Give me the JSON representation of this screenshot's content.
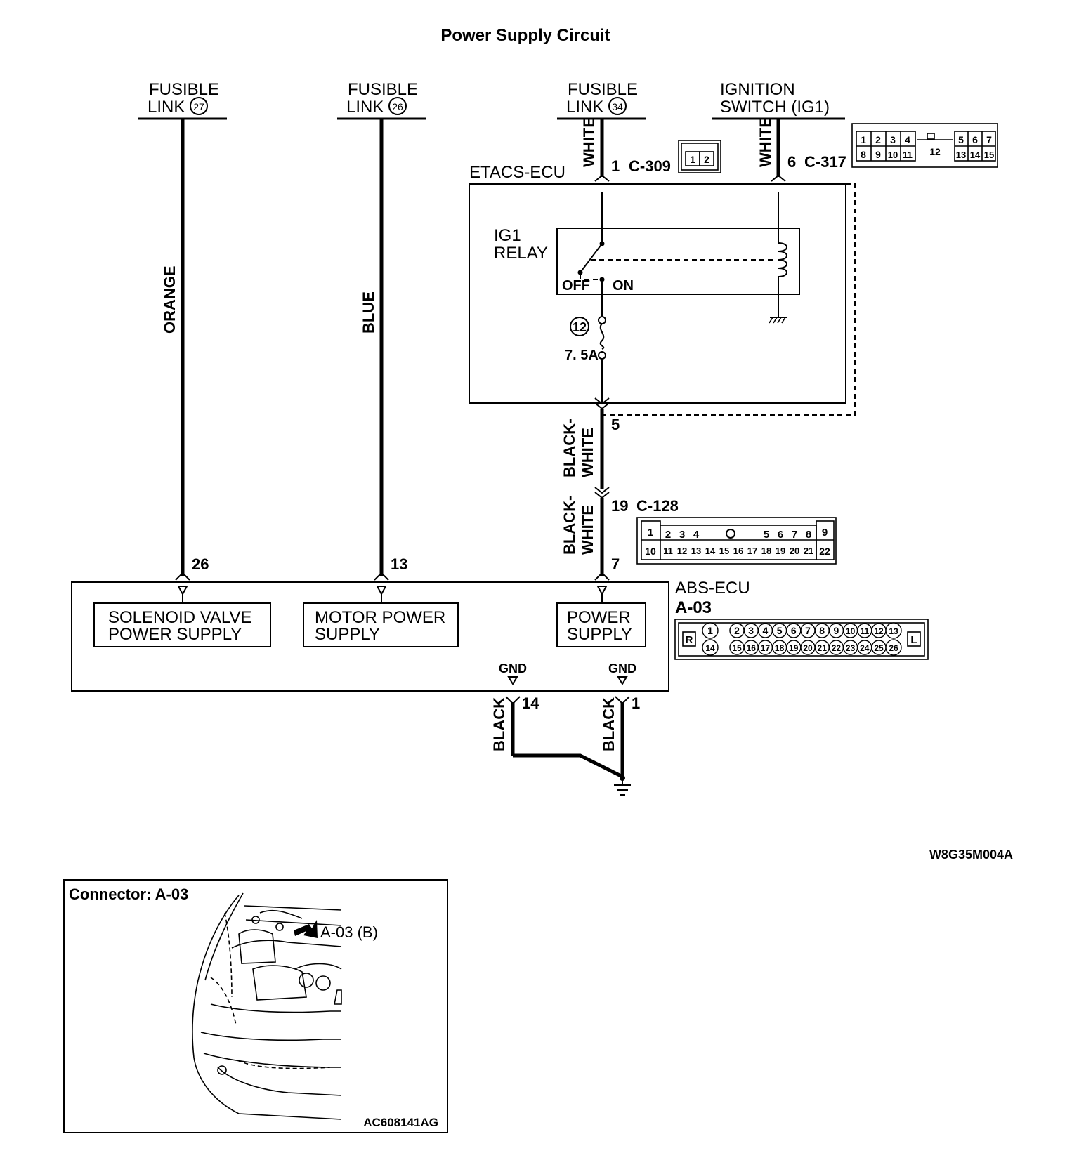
{
  "title": "Power Supply Circuit",
  "sources": {
    "fusible_link_27": {
      "line1": "FUSIBLE",
      "line2": "LINK",
      "num": "27"
    },
    "fusible_link_26": {
      "line1": "FUSIBLE",
      "line2": "LINK",
      "num": "26"
    },
    "fusible_link_34": {
      "line1": "FUSIBLE",
      "line2": "LINK",
      "num": "34"
    },
    "ignition_switch": {
      "line1": "IGNITION",
      "line2": "SWITCH (IG1)"
    }
  },
  "wires": {
    "orange": "ORANGE",
    "blue": "BLUE",
    "white_1": "WHITE",
    "white_2": "WHITE",
    "black_white_1a": "BLACK-",
    "black_white_1b": "WHITE",
    "black_white_2a": "BLACK-",
    "black_white_2b": "WHITE",
    "black_1": "BLACK",
    "black_2": "BLACK"
  },
  "pins": {
    "c309_pin": "1",
    "c309_label": "C-309",
    "c317_pin": "6",
    "c317_label": "C-317",
    "etacs_out": "5",
    "c128_pin": "19",
    "c128_label": "C-128",
    "abs_orange": "26",
    "abs_blue": "13",
    "abs_power": "7",
    "gnd_14": "14",
    "gnd_1": "1"
  },
  "etacs": {
    "label": "ETACS-ECU",
    "relay_line1": "IG1",
    "relay_line2": "RELAY",
    "off": "OFF",
    "on": "ON",
    "fuse_num": "12",
    "fuse_rating": "7. 5A"
  },
  "abs": {
    "label": "ABS-ECU",
    "connector": "A-03",
    "solenoid_line1": "SOLENOID VALVE",
    "solenoid_line2": "POWER SUPPLY",
    "motor_line1": "MOTOR POWER",
    "motor_line2": "SUPPLY",
    "power_line1": "POWER",
    "power_line2": "SUPPLY",
    "gnd_left": "GND",
    "gnd_right": "GND"
  },
  "connector_c309": {
    "cells": [
      "1",
      "2"
    ]
  },
  "connector_c317": {
    "row1_left": [
      "1",
      "2",
      "3",
      "4"
    ],
    "row1_right": [
      "5",
      "6",
      "7"
    ],
    "row2_left": [
      "8",
      "9",
      "10",
      "11"
    ],
    "row2_right": [
      "13",
      "14",
      "15"
    ],
    "center": "12"
  },
  "connector_c128": {
    "row1_a": "1",
    "row1_b": [
      "2",
      "3",
      "4"
    ],
    "row1_c": [
      "5",
      "6",
      "7",
      "8"
    ],
    "row1_d": "9",
    "row2_a": "10",
    "row2_b": [
      "11",
      "12",
      "13",
      "14",
      "15",
      "16",
      "17",
      "18",
      "19",
      "20",
      "21"
    ],
    "row2_d": "22"
  },
  "connector_a03": {
    "left_tag": "R",
    "right_tag": "L",
    "row1": [
      "1",
      "2",
      "3",
      "4",
      "5",
      "6",
      "7",
      "8",
      "9",
      "10",
      "11",
      "12",
      "13"
    ],
    "row2": [
      "14",
      "15",
      "16",
      "17",
      "18",
      "19",
      "20",
      "21",
      "22",
      "23",
      "24",
      "25",
      "26"
    ]
  },
  "diagram_code": "W8G35M004A",
  "inset": {
    "title": "Connector: A-03",
    "callout": "A-03 (B)",
    "code": "AC608141AG"
  }
}
